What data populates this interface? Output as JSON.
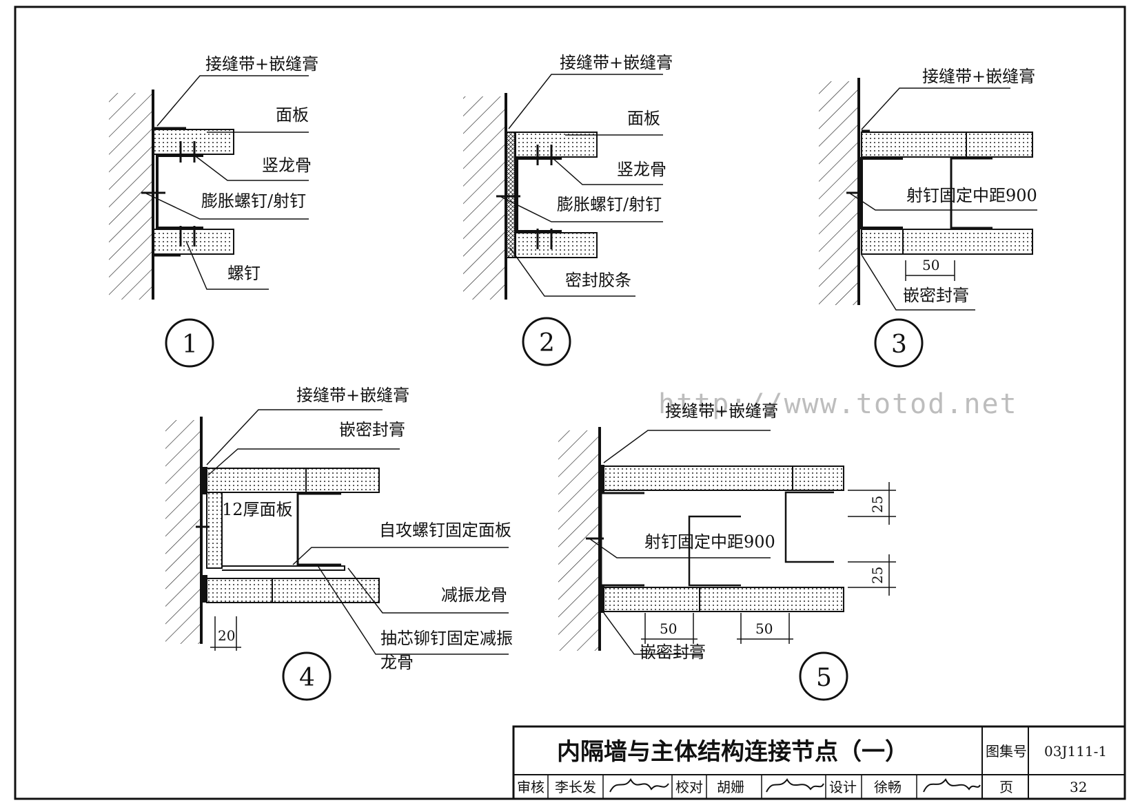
{
  "watermark": "http://www.totod.net",
  "details": [
    {
      "number": "1",
      "labels": [
        "接缝带+嵌缝膏",
        "面板",
        "竖龙骨",
        "膨胀螺钉/射钉",
        "螺钉"
      ]
    },
    {
      "number": "2",
      "labels": [
        "接缝带+嵌缝膏",
        "面板",
        "竖龙骨",
        "膨胀螺钉/射钉",
        "密封胶条"
      ]
    },
    {
      "number": "3",
      "labels": [
        "接缝带+嵌缝膏",
        "射钉固定中距900",
        "嵌密封膏"
      ],
      "dims": [
        "50"
      ]
    },
    {
      "number": "4",
      "labels": [
        "接缝带+嵌缝膏",
        "嵌密封膏",
        "12厚面板",
        "自攻螺钉固定面板",
        "减振龙骨",
        "抽芯铆钉固定减振",
        "龙骨"
      ],
      "dims": [
        "20"
      ]
    },
    {
      "number": "5",
      "labels": [
        "接缝带+嵌缝膏",
        "射钉固定中距900",
        "嵌密封膏"
      ],
      "dims": [
        "50",
        "50",
        "25",
        "25"
      ]
    }
  ],
  "title_block": {
    "title": "内隔墙与主体结构连接节点（一）",
    "atlas_label": "图集号",
    "atlas_number": "03J111-1",
    "review_label": "审核",
    "reviewer": "李长发",
    "check_label": "校对",
    "checker": "胡姗",
    "design_label": "设计",
    "designer": "徐畅",
    "page_label": "页",
    "page_number": "32"
  }
}
